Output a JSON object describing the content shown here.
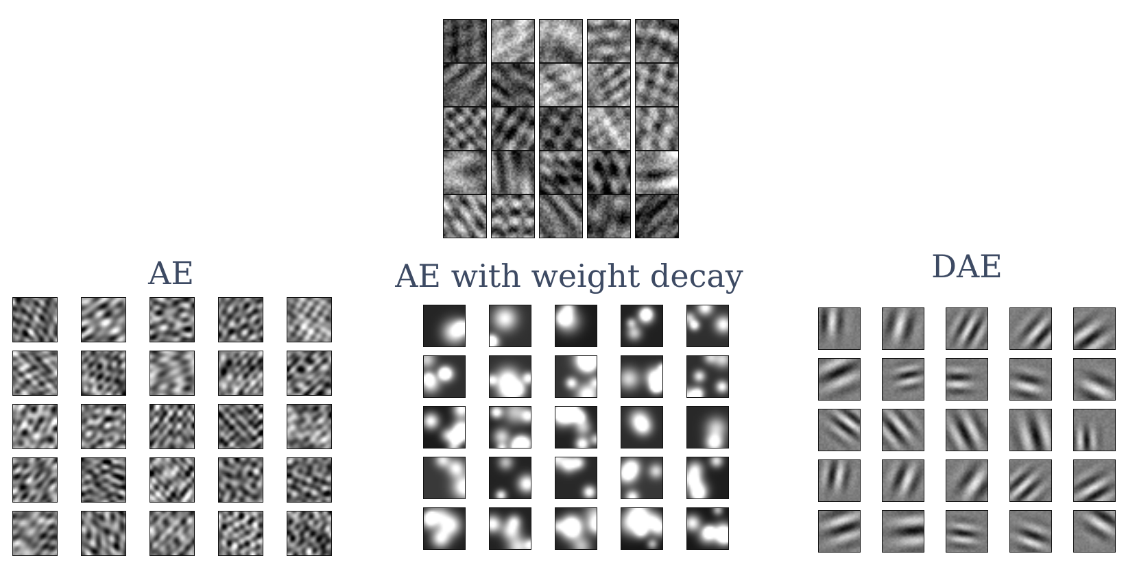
{
  "titles": {
    "ae": "AE",
    "weight_decay": "AE with weight decay",
    "dae": "DAE"
  },
  "panels": [
    {
      "id": "top",
      "rows": 5,
      "cols": 5,
      "style": "natural-patch"
    },
    {
      "id": "ae",
      "rows": 5,
      "cols": 5,
      "style": "noise-filter"
    },
    {
      "id": "wd",
      "rows": 5,
      "cols": 5,
      "style": "blob-filter"
    },
    {
      "id": "dae",
      "rows": 5,
      "cols": 5,
      "style": "edge-filter"
    }
  ],
  "colors": {
    "title_text": "#3d4a63",
    "tile_border": "#111111",
    "background": "#ffffff"
  }
}
